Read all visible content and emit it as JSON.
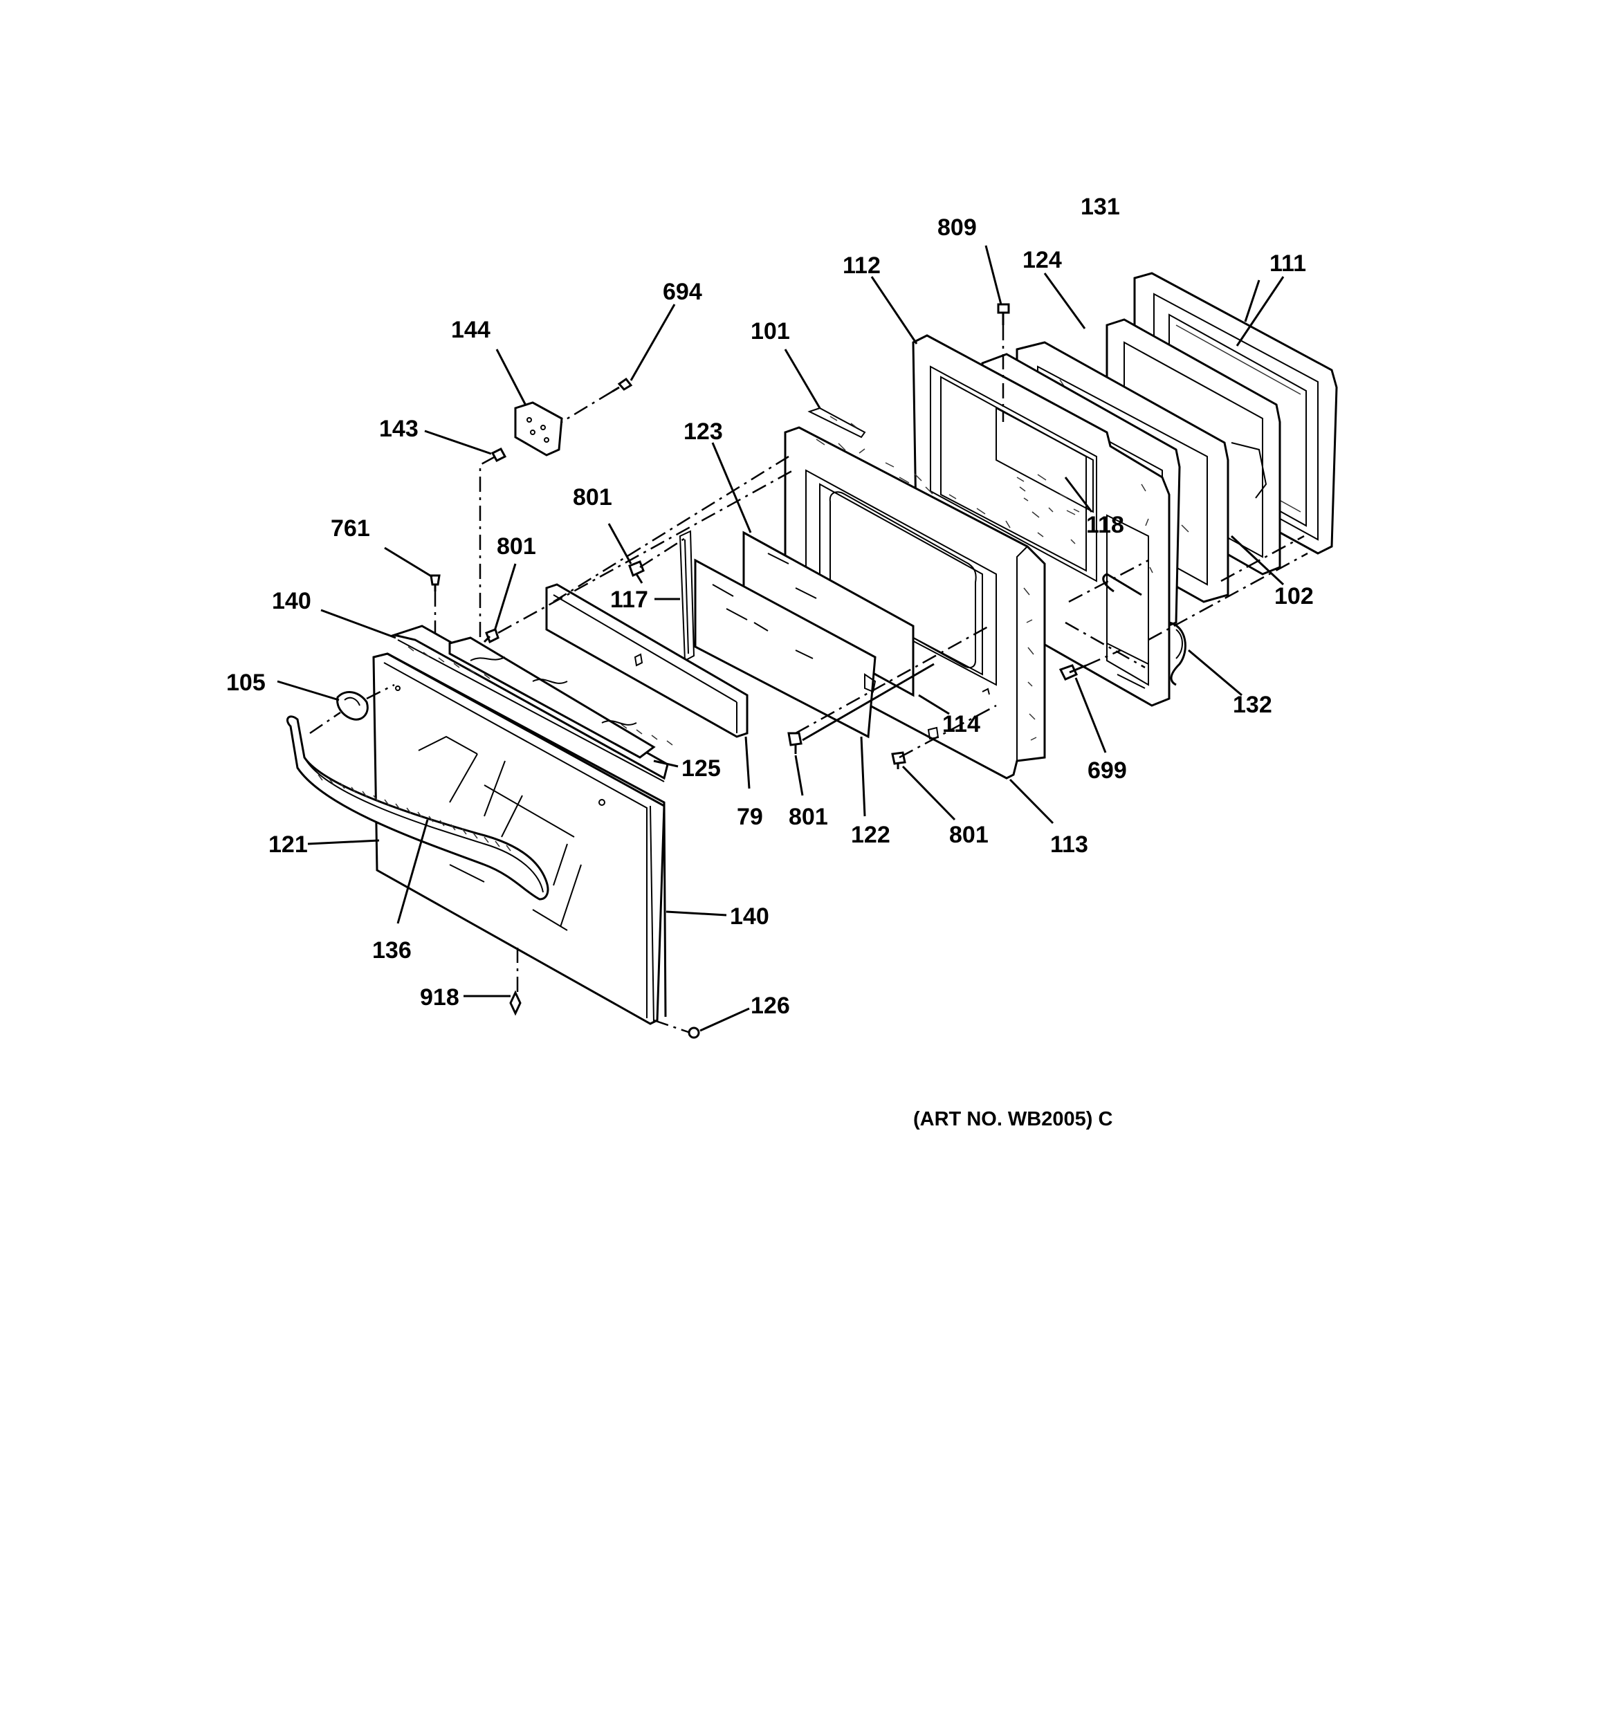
{
  "diagram": {
    "art_number": "(ART NO. WB2005) C",
    "labels": {
      "p111": "111",
      "p131": "131",
      "p809": "809",
      "p124": "124",
      "p112": "112",
      "p694": "694",
      "p101": "101",
      "p144": "144",
      "p143": "143",
      "p123": "123",
      "p801a": "801",
      "p118": "118",
      "p761": "761",
      "p801b": "801",
      "p117": "117",
      "p102": "102",
      "p140a": "140",
      "p105": "105",
      "p132": "132",
      "p114": "114",
      "p125": "125",
      "p699": "699",
      "p79": "79",
      "p801c": "801",
      "p122": "122",
      "p801d": "801",
      "p113": "113",
      "p121": "121",
      "p140b": "140",
      "p136": "136",
      "p918": "918",
      "p126": "126"
    }
  }
}
